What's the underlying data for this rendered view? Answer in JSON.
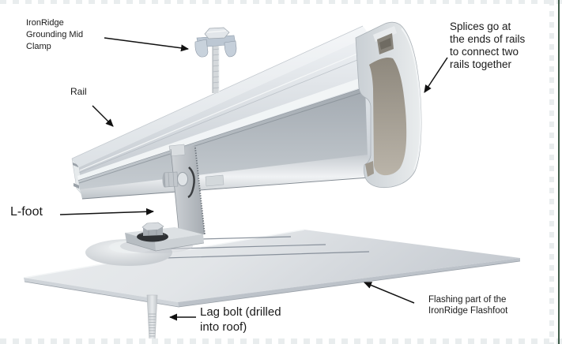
{
  "colors": {
    "background": "#ffffff",
    "text": "#1a1a1a",
    "checker": "#e9edee",
    "border_line": "#3e5c49",
    "metal_light": "#eef1f3",
    "metal_mid": "#c5cbd1",
    "metal_dark": "#9aa1a8",
    "rail_interior": "#a39d92",
    "hardware_dark": "#2f3235",
    "arrow": "#111111"
  },
  "labels": {
    "mid_clamp": "IronRidge\nGrounding Mid\nClamp",
    "rail": "Rail",
    "splices": "Splices go at\nthe ends of rails\nto connect two\nrails together",
    "l_foot": "L-foot",
    "lag_bolt": "Lag bolt (drilled\ninto roof)",
    "flashing": "Flashing part of the\nIronRidge Flashfoot"
  }
}
